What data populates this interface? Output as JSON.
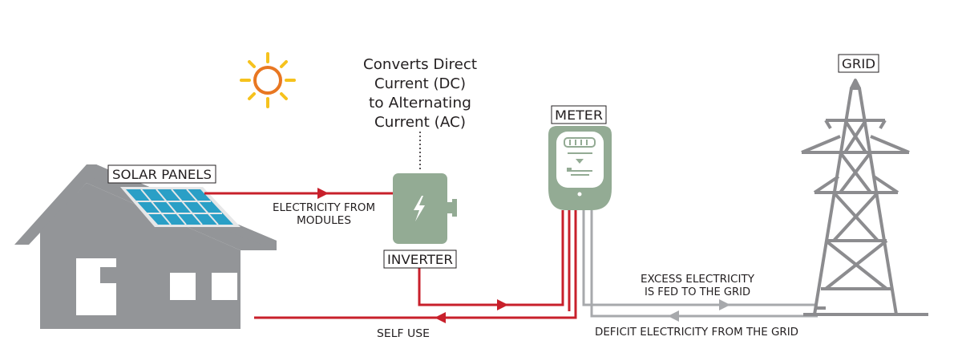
{
  "labels": {
    "solar_panels": "SOLAR PANELS",
    "inverter": "INVERTER",
    "meter": "METER",
    "grid": "GRID"
  },
  "inverter_note": [
    "Converts Direct",
    "Current (DC)",
    "to Alternating",
    "Current (AC)"
  ],
  "flows": {
    "from_modules": [
      "ELECTRICITY FROM",
      "MODULES"
    ],
    "self_use": "SELF USE",
    "excess": [
      "EXCESS ELECTRICITY",
      "IS FED TO THE GRID"
    ],
    "deficit": "DEFICIT ELECTRICITY FROM THE GRID"
  },
  "icons": {
    "sun": "sun-icon",
    "house": "house-icon",
    "panel": "solar-panel-icon",
    "inverter": "lightning-bolt-icon",
    "meter": "electric-meter-icon",
    "tower": "transmission-tower-icon"
  },
  "colors": {
    "house": "#939598",
    "panel": "#2a9fc6",
    "panel_frame": "#e6e7e8",
    "device": "#93ab94",
    "power_line": "#c8202b",
    "grid_line": "#a7a9ac",
    "tower": "#8c8c8f",
    "sun": "#e87722",
    "sun_rays": "#f6c21d"
  }
}
